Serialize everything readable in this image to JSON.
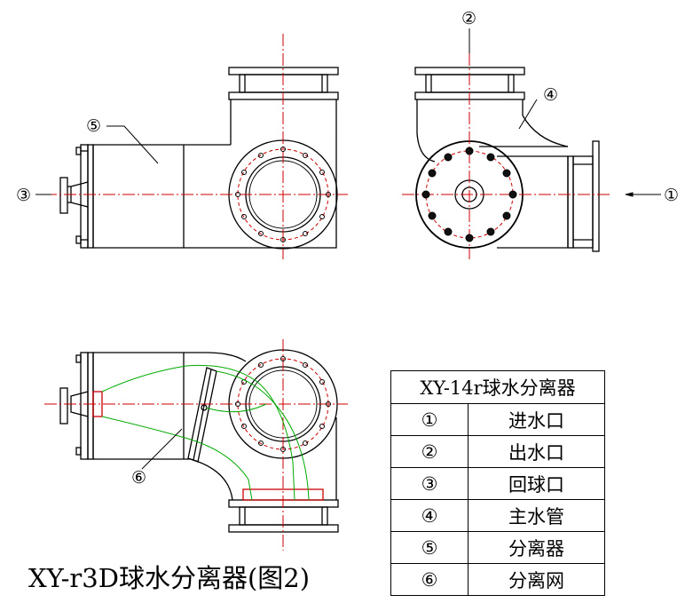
{
  "title": "XY-r3D球水分离器(图2)",
  "markers": {
    "m1": "①",
    "m2": "②",
    "m3": "③",
    "m4": "④",
    "m5": "⑤",
    "m6": "⑥"
  },
  "legend": {
    "header": "XY-14r球水分离器",
    "rows": [
      {
        "num": "①",
        "name": "进水口"
      },
      {
        "num": "②",
        "name": "出水口"
      },
      {
        "num": "③",
        "name": "回球口"
      },
      {
        "num": "④",
        "name": "主水管"
      },
      {
        "num": "⑤",
        "name": "分离器"
      },
      {
        "num": "⑥",
        "name": "分离网"
      }
    ]
  },
  "colors": {
    "line": "#000000",
    "centerline": "#cc0000",
    "mesh": "#00aa00"
  }
}
